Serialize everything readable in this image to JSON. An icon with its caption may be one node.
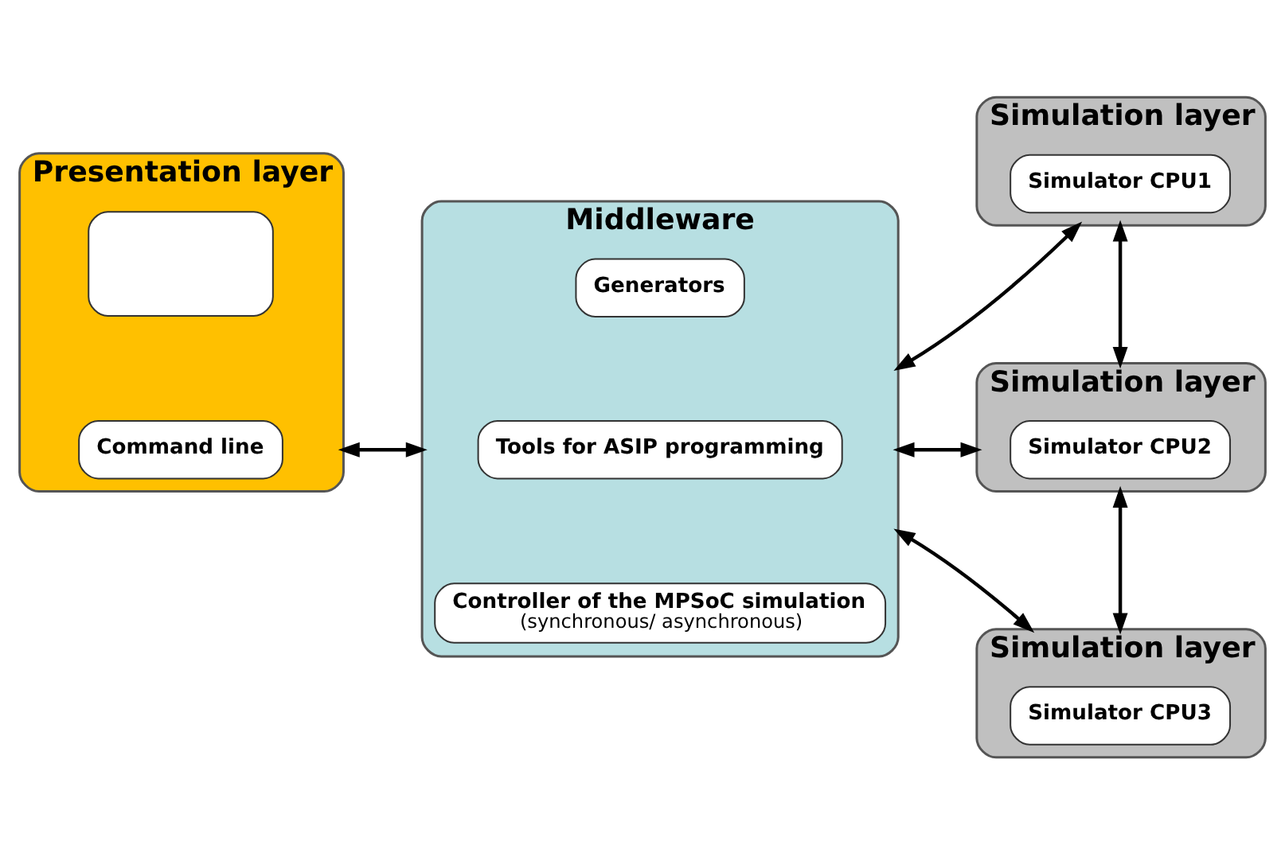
{
  "diagram": {
    "nodes": [
      {
        "text": [
          "Presentation layer"
        ]
      },
      {
        "text": [],
        "shape": "box",
        "in": 0
      },
      {
        "text": [
          "Command line"
        ],
        "in": 0
      },
      {
        "text": [
          "Middleware"
        ]
      },
      {
        "text": [
          "Generators"
        ],
        "in": 3
      },
      {
        "text": [
          "Tools for ASIP programming"
        ],
        "in": 3
      },
      {
        "text": [
          "Controller of the MPSoC simulation",
          "(synchronous/ asynchronous)"
        ],
        "in": 3
      },
      {
        "text": [
          "Simulation layer"
        ]
      },
      {
        "text": [
          "Simulator CPU1"
        ],
        "in": 7
      },
      {
        "text": [
          "Simulation layer"
        ]
      },
      {
        "text": [
          "Simulator CPU2"
        ],
        "in": 9
      },
      {
        "text": [
          "Simulation layer"
        ]
      },
      {
        "text": [
          "Simulator CPU3"
        ],
        "in": 11
      }
    ],
    "edges": [
      {
        "from": 0,
        "to": 3,
        "arrow": "both"
      },
      {
        "from": 3,
        "to": 7,
        "arrow": "both"
      },
      {
        "from": 3,
        "to": 9,
        "arrow": "both"
      },
      {
        "from": 3,
        "to": 11,
        "arrow": "both"
      },
      {
        "from": 7,
        "to": 9,
        "arrow": "both"
      },
      {
        "from": 9,
        "to": 11,
        "arrow": "both"
      }
    ]
  }
}
